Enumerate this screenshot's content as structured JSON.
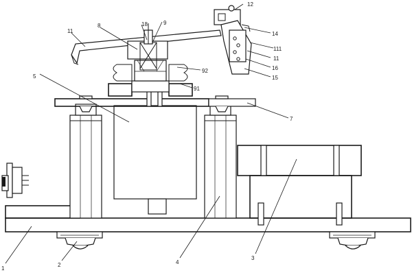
{
  "figure": {
    "labels": {
      "l1": "1",
      "l2": "2",
      "l3": "3",
      "l4": "4",
      "l5": "5",
      "l7": "7",
      "l8": "8",
      "l9": "9",
      "l11a": "11",
      "l11b": "11",
      "l12": "12",
      "l14": "14",
      "l15": "15",
      "l16": "16",
      "l18": "18",
      "l91": "91",
      "l92": "92",
      "l111": "111"
    },
    "colors": {
      "ink": "#1a1a1a",
      "paper": "#ffffff"
    }
  }
}
